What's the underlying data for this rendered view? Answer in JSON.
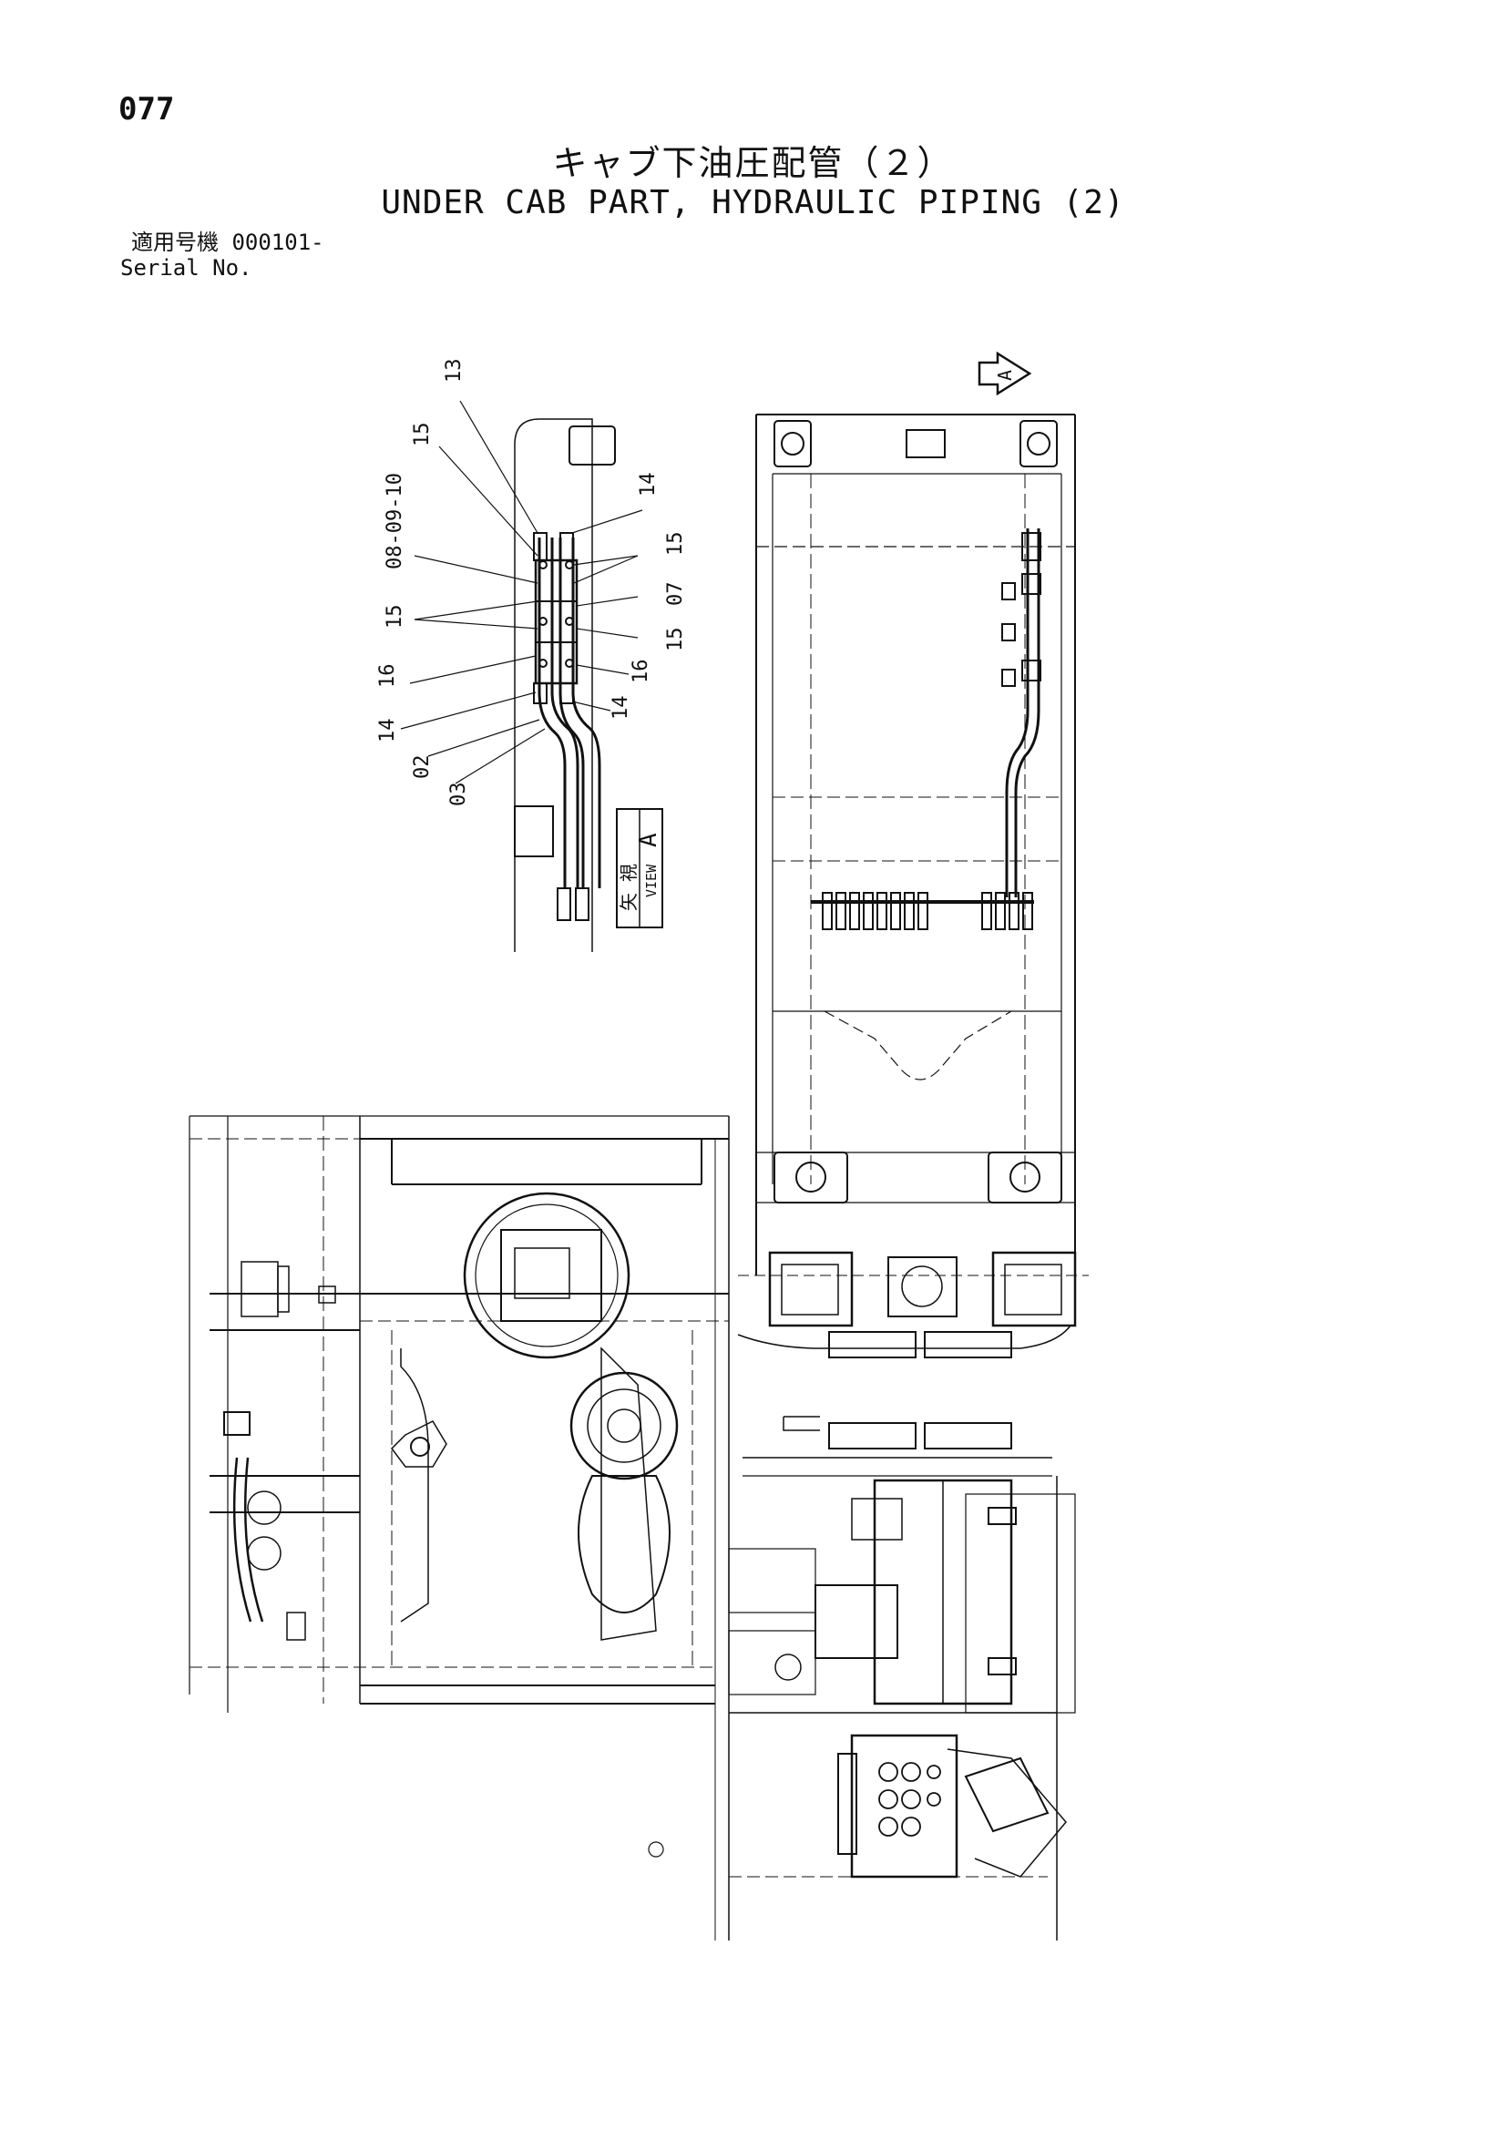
{
  "page_number": "077",
  "title_jp": "キャブ下油圧配管（２）",
  "title_en": "UNDER CAB PART, HYDRAULIC PIPING (2)",
  "serial": {
    "jp_label": "適用号機",
    "value": "000101-",
    "en_label": "Serial No."
  },
  "view": {
    "arrow_letter": "A",
    "box_jp": "矢 視",
    "box_en": "VIEW",
    "box_letter": "A"
  },
  "callouts": [
    "13",
    "15",
    "08-09-10",
    "15",
    "16",
    "14",
    "02",
    "03",
    "14",
    "15",
    "07",
    "15",
    "16",
    "14"
  ]
}
